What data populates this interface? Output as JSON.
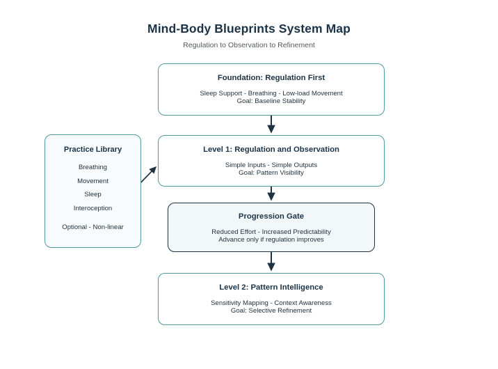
{
  "header": {
    "title": "Mind-Body Blueprints System Map",
    "subtitle": "Regulation to Observation to Refinement"
  },
  "colors": {
    "background": "#ffffff",
    "teal_border": "#4e9a9e",
    "navy_border": "#1f3242",
    "gate_fill": "#f2f8f9",
    "panel_fill": "#f7fbfd",
    "title_text": "#1b3247",
    "body_text": "#23323f",
    "subtitle_text": "#55585c",
    "arrow": "#1f3242"
  },
  "nodes": {
    "foundation": {
      "title": "Foundation: Regulation First",
      "line1": "Sleep Support - Breathing - Low-load Movement",
      "line2": "Goal: Baseline Stability"
    },
    "level1": {
      "title": "Level 1: Regulation and Observation",
      "line1": "Simple Inputs - Simple Outputs",
      "line2": "Goal: Pattern Visibility"
    },
    "gate": {
      "title": "Progression Gate",
      "line1": "Reduced Effort - Increased Predictability",
      "line2": "Advance only if regulation improves"
    },
    "level2": {
      "title": "Level 2: Pattern Intelligence",
      "line1": "Sensitivity Mapping - Context Awareness",
      "line2": "Goal: Selective Refinement"
    },
    "library": {
      "title": "Practice Library",
      "items": [
        "Breathing",
        "Movement",
        "Sleep",
        "Interoception"
      ],
      "note": "Optional - Non-linear"
    }
  },
  "connectors": [
    {
      "name": "foundation-to-level1",
      "from": "foundation",
      "to": "level1",
      "style": "solid-arrow-down"
    },
    {
      "name": "level1-to-gate",
      "from": "level1",
      "to": "gate",
      "style": "solid-arrow-down"
    },
    {
      "name": "gate-to-level2",
      "from": "gate",
      "to": "level2",
      "style": "solid-arrow-down"
    },
    {
      "name": "library-to-level1",
      "from": "library",
      "to": "level1",
      "style": "solid-arrow-diagonal"
    }
  ]
}
